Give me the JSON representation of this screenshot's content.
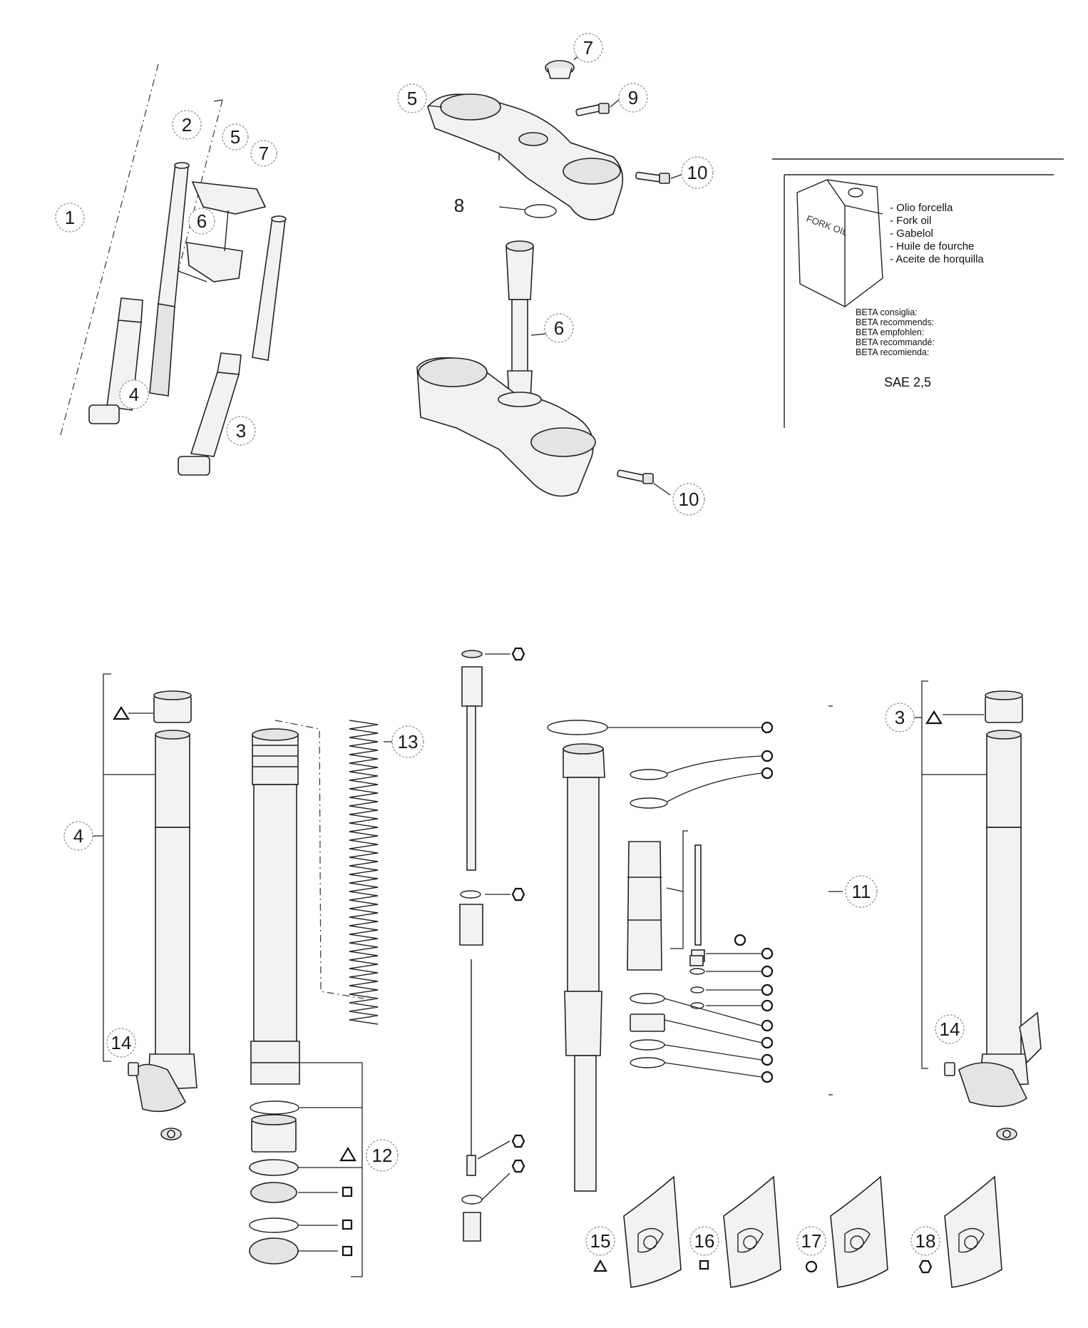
{
  "oil_panel": {
    "can_label": "FORK OIL",
    "lines": [
      "- Olio forcella",
      "- Fork oil",
      "- Gabelol",
      "- Huile de fourche",
      "- Aceite de horquilla"
    ],
    "recommend": [
      "BETA consiglia:",
      "BETA recommends:",
      "BETA empfohlen:",
      "BETA recommandé:",
      "BETA recomienda:"
    ],
    "grade": "SAE 2,5"
  },
  "callouts": {
    "c1": "1",
    "c2": "2",
    "c3a": "3",
    "c4a": "4",
    "c5a": "5",
    "c6a": "6",
    "c7a": "7",
    "c5b": "5",
    "c6b": "6",
    "c7b": "7",
    "c8": "8",
    "c9": "9",
    "c10a": "10",
    "c10b": "10",
    "c4b": "4",
    "c13": "13",
    "c12": "12",
    "c14a": "14",
    "c11": "11",
    "c3b": "3",
    "c14b": "14",
    "c15": "15",
    "c16": "16",
    "c17": "17",
    "c18": "18"
  },
  "kit_symbols": {
    "kit15": "triangle-symbol",
    "kit16": "square-symbol",
    "kit17": "circle-symbol",
    "kit18": "hexagon-symbol"
  }
}
